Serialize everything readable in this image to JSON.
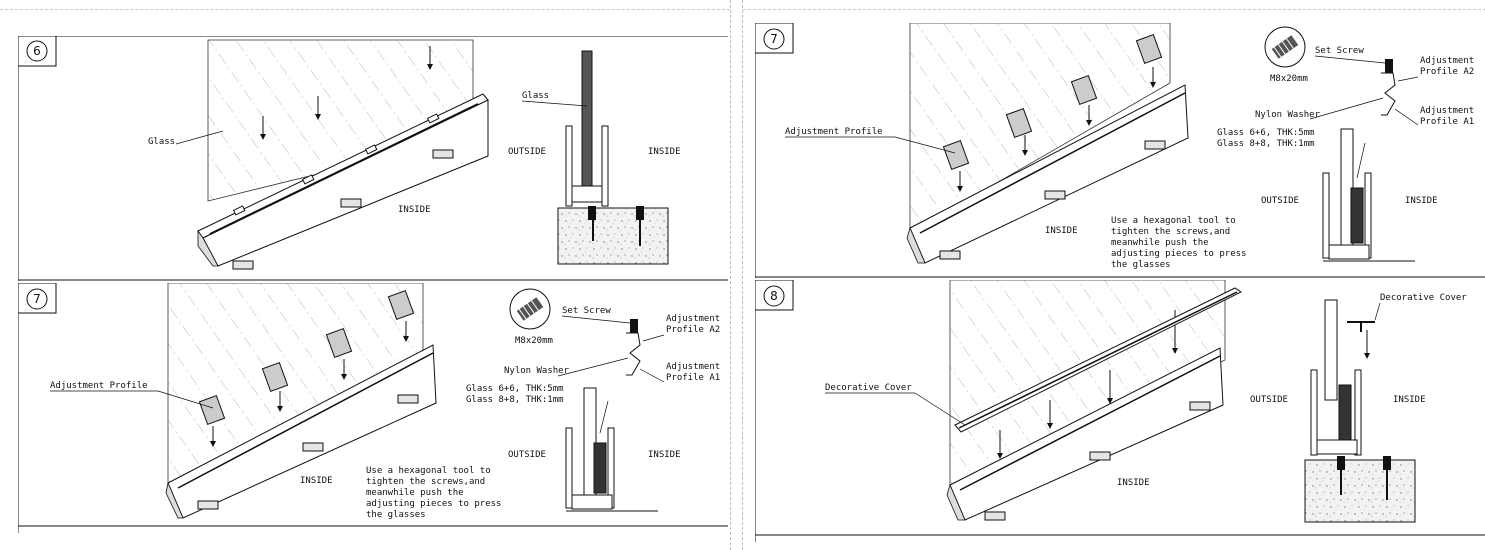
{
  "pages": [
    {
      "steps": [
        {
          "number": "6",
          "labels": {
            "glass_left": "Glass",
            "glass_section": "Glass",
            "outside": "OUTSIDE",
            "inside_section": "INSIDE",
            "inside_main": "INSIDE"
          }
        },
        {
          "number": "7",
          "labels": {
            "adjustment_profile": "Adjustment Profile",
            "set_screw": "Set Screw",
            "screw_size": "M8x20mm",
            "adj_a2_line1": "Adjustment",
            "adj_a2_line2": "Profile A2",
            "adj_a1_line1": "Adjustment",
            "adj_a1_line2": "Profile A1",
            "nylon_washer": "Nylon Washer",
            "glass_spec1": "Glass 6+6, THK:5mm",
            "glass_spec2": "Glass 8+8, THK:1mm",
            "outside": "OUTSIDE",
            "inside_section": "INSIDE",
            "inside_main": "INSIDE",
            "instr1": "Use a hexagonal tool to",
            "instr2": "tighten the screws,and",
            "instr3": "meanwhile push the",
            "instr4": "adjusting pieces to press",
            "instr5": "the glasses"
          }
        }
      ]
    },
    {
      "steps": [
        {
          "number": "7",
          "labels": {
            "adjustment_profile": "Adjustment Profile",
            "set_screw": "Set Screw",
            "screw_size": "M8x20mm",
            "adj_a2_line1": "Adjustment",
            "adj_a2_line2": "Profile A2",
            "adj_a1_line1": "Adjustment",
            "adj_a1_line2": "Profile A1",
            "nylon_washer": "Nylon Washer",
            "glass_spec1": "Glass 6+6, THK:5mm",
            "glass_spec2": "Glass 8+8, THK:1mm",
            "outside": "OUTSIDE",
            "inside_section": "INSIDE",
            "inside_main": "INSIDE",
            "instr1": "Use a hexagonal tool to",
            "instr2": "tighten the screws,and",
            "instr3": "meanwhile push the",
            "instr4": "adjusting pieces to press",
            "instr5": "the glasses"
          }
        },
        {
          "number": "8",
          "labels": {
            "decorative_cover_left": "Decorative Cover",
            "decorative_cover_section": "Decorative Cover",
            "outside": "OUTSIDE",
            "inside_section": "INSIDE",
            "inside_main": "INSIDE"
          }
        }
      ]
    }
  ]
}
